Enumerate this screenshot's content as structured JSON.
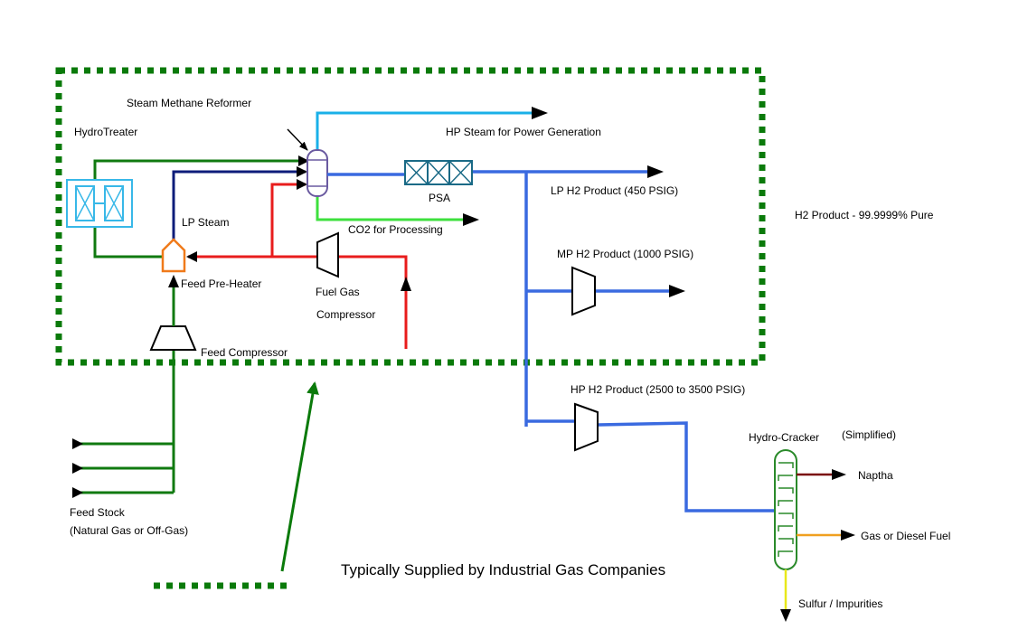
{
  "labels": {
    "smr": "Steam Methane Reformer",
    "hydrotreater": "HydroTreater",
    "hp_steam": "HP Steam for Power Generation",
    "psa": "PSA",
    "lp_h2": "LP H2 Product (450 PSIG)",
    "h2_pure": "H2 Product - 99.9999% Pure",
    "lp_steam": "LP Steam",
    "co2": "CO2 for Processing",
    "mp_h2": "MP H2 Product (1000 PSIG)",
    "feed_preheater": "Feed Pre-Heater",
    "fuel_gas": "Fuel Gas",
    "compressor": "Compressor",
    "feed_compressor": "Feed Compressor",
    "hp_h2": "HP H2 Product (2500 to 3500 PSIG)",
    "hydrocracker": "Hydro-Cracker",
    "simplified": "(Simplified)",
    "naptha": "Naptha",
    "diesel": "Gas or Diesel Fuel",
    "sulfur": "Sulfur / Impurities",
    "feed_stock": "Feed Stock",
    "feed_stock_sub": "(Natural Gas or Off-Gas)",
    "caption": "Typically Supplied by Industrial Gas Companies"
  },
  "colors": {
    "boundary": "#0a7a0a",
    "feed": "#107a10",
    "navy": "#0d1c7a",
    "red": "#e81c1c",
    "lightblue": "#1ab0e8",
    "h2blue": "#3a6ae0",
    "co2green": "#3ee03e",
    "hydrotreater": "#38b8e8",
    "psa": "#1a6a86",
    "preheater": "#f07a1a",
    "naptha": "#7a0a0a",
    "diesel": "#f0a020",
    "sulfur": "#e8e81a"
  }
}
